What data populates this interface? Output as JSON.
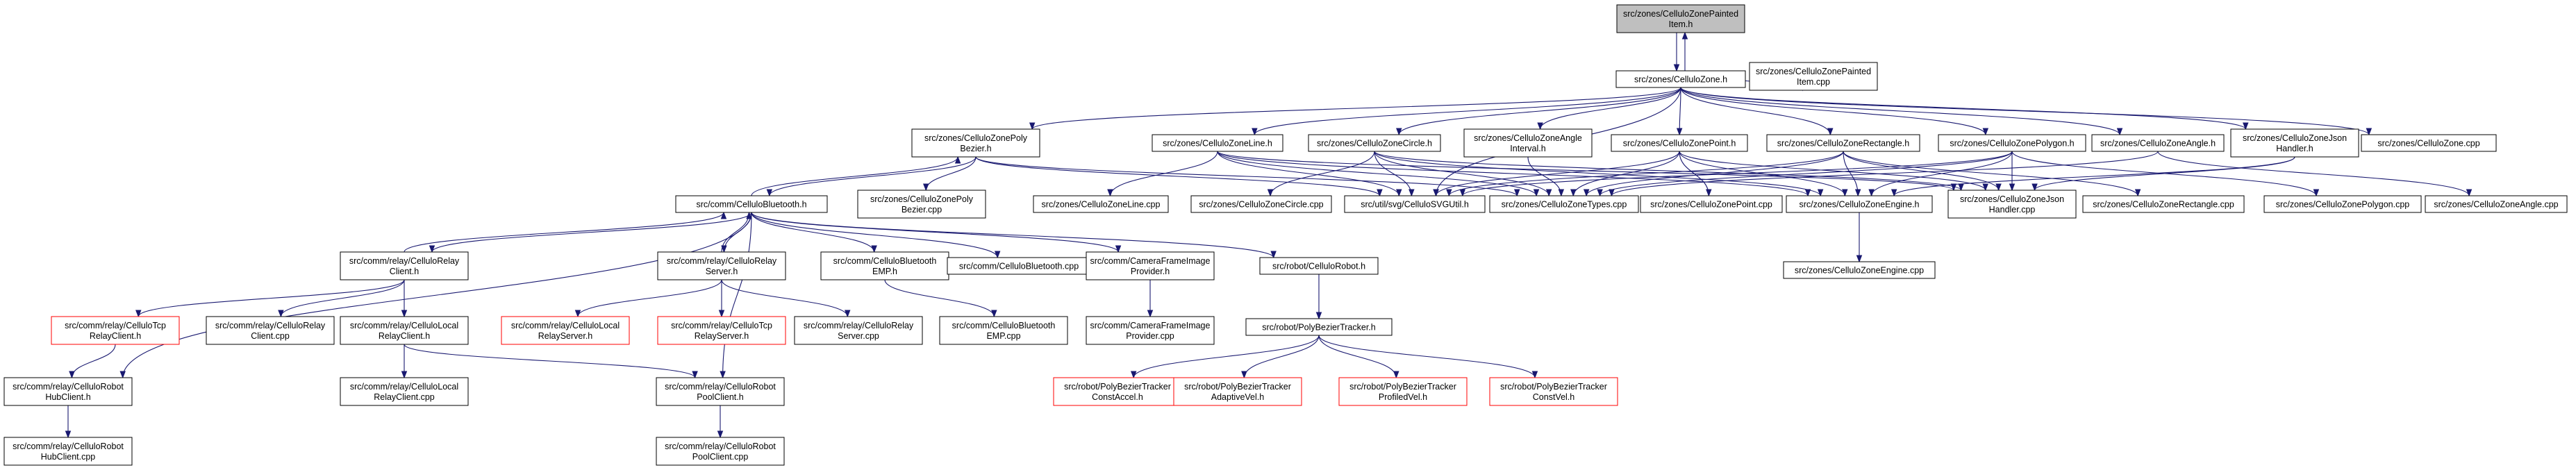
{
  "graph": {
    "edge_color": "#191970",
    "root_fill": "#bfbfbf",
    "missing_border_color": "#ff0000",
    "nodes": [
      {
        "id": "painted_h",
        "lines": [
          "src/zones/CelluloZonePainted",
          "Item.h"
        ],
        "root": true
      },
      {
        "id": "zone_h",
        "lines": [
          "src/zones/CelluloZone.h"
        ]
      },
      {
        "id": "painted_cpp",
        "lines": [
          "src/zones/CelluloZonePainted",
          "Item.cpp"
        ]
      },
      {
        "id": "polybezier_h",
        "lines": [
          "src/zones/CelluloZonePoly",
          "Bezier.h"
        ]
      },
      {
        "id": "line_h",
        "lines": [
          "src/zones/CelluloZoneLine.h"
        ]
      },
      {
        "id": "circle_h",
        "lines": [
          "src/zones/CelluloZoneCircle.h"
        ]
      },
      {
        "id": "angleinterval_h",
        "lines": [
          "src/zones/CelluloZoneAngle",
          "Interval.h"
        ]
      },
      {
        "id": "point_h",
        "lines": [
          "src/zones/CelluloZonePoint.h"
        ]
      },
      {
        "id": "rect_h",
        "lines": [
          "src/zones/CelluloZoneRectangle.h"
        ]
      },
      {
        "id": "polygon_h",
        "lines": [
          "src/zones/CelluloZonePolygon.h"
        ]
      },
      {
        "id": "angle_h",
        "lines": [
          "src/zones/CelluloZoneAngle.h"
        ]
      },
      {
        "id": "json_h",
        "lines": [
          "src/zones/CelluloZoneJson",
          "Handler.h"
        ]
      },
      {
        "id": "zone_cpp",
        "lines": [
          "src/zones/CelluloZone.cpp"
        ]
      },
      {
        "id": "bluetooth_h",
        "lines": [
          "src/comm/CelluloBluetooth.h"
        ]
      },
      {
        "id": "polybezier_cpp",
        "lines": [
          "src/zones/CelluloZonePoly",
          "Bezier.cpp"
        ]
      },
      {
        "id": "line_cpp",
        "lines": [
          "src/zones/CelluloZoneLine.cpp"
        ]
      },
      {
        "id": "circle_cpp",
        "lines": [
          "src/zones/CelluloZoneCircle.cpp"
        ]
      },
      {
        "id": "svgutil_h",
        "lines": [
          "src/util/svg/CelluloSVGUtil.h"
        ]
      },
      {
        "id": "types_cpp",
        "lines": [
          "src/zones/CelluloZoneTypes.cpp"
        ]
      },
      {
        "id": "point_cpp",
        "lines": [
          "src/zones/CelluloZonePoint.cpp"
        ]
      },
      {
        "id": "engine_h",
        "lines": [
          "src/zones/CelluloZoneEngine.h"
        ]
      },
      {
        "id": "json_cpp",
        "lines": [
          "src/zones/CelluloZoneJson",
          "Handler.cpp"
        ]
      },
      {
        "id": "rect_cpp",
        "lines": [
          "src/zones/CelluloZoneRectangle.cpp"
        ]
      },
      {
        "id": "polygon_cpp",
        "lines": [
          "src/zones/CelluloZonePolygon.cpp"
        ]
      },
      {
        "id": "angle_cpp",
        "lines": [
          "src/zones/CelluloZoneAngle.cpp"
        ]
      },
      {
        "id": "engine_cpp",
        "lines": [
          "src/zones/CelluloZoneEngine.cpp"
        ]
      },
      {
        "id": "relayclient_h",
        "lines": [
          "src/comm/relay/CelluloRelay",
          "Client.h"
        ]
      },
      {
        "id": "relayserver_h",
        "lines": [
          "src/comm/relay/CelluloRelay",
          "Server.h"
        ]
      },
      {
        "id": "btemp_h",
        "lines": [
          "src/comm/CelluloBluetooth",
          "EMP.h"
        ]
      },
      {
        "id": "bluetooth_cpp",
        "lines": [
          "src/comm/CelluloBluetooth.cpp"
        ]
      },
      {
        "id": "camera_h",
        "lines": [
          "src/comm/CameraFrameImage",
          "Provider.h"
        ]
      },
      {
        "id": "robot_h",
        "lines": [
          "src/robot/CelluloRobot.h"
        ]
      },
      {
        "id": "tcprelayclient_h",
        "lines": [
          "src/comm/relay/CelluloTcp",
          "RelayClient.h"
        ],
        "missing": true
      },
      {
        "id": "relayclient_cpp",
        "lines": [
          "src/comm/relay/CelluloRelay",
          "Client.cpp"
        ]
      },
      {
        "id": "localrelayclient_h",
        "lines": [
          "src/comm/relay/CelluloLocal",
          "RelayClient.h"
        ]
      },
      {
        "id": "localrelayserver_h",
        "lines": [
          "src/comm/relay/CelluloLocal",
          "RelayServer.h"
        ],
        "missing": true
      },
      {
        "id": "tcprelayserver_h",
        "lines": [
          "src/comm/relay/CelluloTcp",
          "RelayServer.h"
        ],
        "missing": true
      },
      {
        "id": "relayserver_cpp",
        "lines": [
          "src/comm/relay/CelluloRelay",
          "Server.cpp"
        ]
      },
      {
        "id": "btemp_cpp",
        "lines": [
          "src/comm/CelluloBluetooth",
          "EMP.cpp"
        ]
      },
      {
        "id": "camera_cpp",
        "lines": [
          "src/comm/CameraFrameImage",
          "Provider.cpp"
        ]
      },
      {
        "id": "polybeziertracker_h",
        "lines": [
          "src/robot/PolyBezierTracker.h"
        ]
      },
      {
        "id": "robothubclient_h",
        "lines": [
          "src/comm/relay/CelluloRobot",
          "HubClient.h"
        ]
      },
      {
        "id": "localrelayclient_cpp",
        "lines": [
          "src/comm/relay/CelluloLocal",
          "RelayClient.cpp"
        ]
      },
      {
        "id": "robotpoolclient_h",
        "lines": [
          "src/comm/relay/CelluloRobot",
          "PoolClient.h"
        ]
      },
      {
        "id": "constaccel_h",
        "lines": [
          "src/robot/PolyBezierTracker",
          "ConstAccel.h"
        ],
        "missing": true
      },
      {
        "id": "adaptivevel_h",
        "lines": [
          "src/robot/PolyBezierTracker",
          "AdaptiveVel.h"
        ],
        "missing": true
      },
      {
        "id": "profiledvel_h",
        "lines": [
          "src/robot/PolyBezierTracker",
          "ProfiledVel.h"
        ],
        "missing": true
      },
      {
        "id": "constvel_h",
        "lines": [
          "src/robot/PolyBezierTracker",
          "ConstVel.h"
        ],
        "missing": true
      },
      {
        "id": "robothubclient_cpp",
        "lines": [
          "src/comm/relay/CelluloRobot",
          "HubClient.cpp"
        ]
      },
      {
        "id": "robotpoolclient_cpp",
        "lines": [
          "src/comm/relay/CelluloRobot",
          "PoolClient.cpp"
        ]
      }
    ],
    "edges": [
      [
        "painted_h",
        "zone_h"
      ],
      [
        "zone_h",
        "painted_h"
      ],
      [
        "zone_h",
        "painted_cpp"
      ],
      [
        "zone_h",
        "polybezier_h"
      ],
      [
        "zone_h",
        "line_h"
      ],
      [
        "zone_h",
        "circle_h"
      ],
      [
        "zone_h",
        "angleinterval_h"
      ],
      [
        "zone_h",
        "point_h"
      ],
      [
        "zone_h",
        "rect_h"
      ],
      [
        "zone_h",
        "polygon_h"
      ],
      [
        "zone_h",
        "angle_h"
      ],
      [
        "zone_h",
        "json_h"
      ],
      [
        "zone_h",
        "zone_cpp"
      ],
      [
        "zone_h",
        "svgutil_h"
      ],
      [
        "polybezier_h",
        "bluetooth_h"
      ],
      [
        "polybezier_h",
        "polybezier_cpp"
      ],
      [
        "polybezier_h",
        "svgutil_h"
      ],
      [
        "polybezier_h",
        "types_cpp"
      ],
      [
        "line_h",
        "line_cpp"
      ],
      [
        "line_h",
        "svgutil_h"
      ],
      [
        "line_h",
        "types_cpp"
      ],
      [
        "line_h",
        "engine_h"
      ],
      [
        "line_h",
        "json_cpp"
      ],
      [
        "circle_h",
        "circle_cpp"
      ],
      [
        "circle_h",
        "svgutil_h"
      ],
      [
        "circle_h",
        "types_cpp"
      ],
      [
        "circle_h",
        "engine_h"
      ],
      [
        "circle_h",
        "json_cpp"
      ],
      [
        "angleinterval_h",
        "types_cpp"
      ],
      [
        "point_h",
        "point_cpp"
      ],
      [
        "point_h",
        "svgutil_h"
      ],
      [
        "point_h",
        "types_cpp"
      ],
      [
        "point_h",
        "engine_h"
      ],
      [
        "point_h",
        "json_cpp"
      ],
      [
        "rect_h",
        "rect_cpp"
      ],
      [
        "rect_h",
        "svgutil_h"
      ],
      [
        "rect_h",
        "types_cpp"
      ],
      [
        "rect_h",
        "engine_h"
      ],
      [
        "rect_h",
        "json_cpp"
      ],
      [
        "polygon_h",
        "polygon_cpp"
      ],
      [
        "polygon_h",
        "svgutil_h"
      ],
      [
        "polygon_h",
        "types_cpp"
      ],
      [
        "polygon_h",
        "engine_h"
      ],
      [
        "polygon_h",
        "json_cpp"
      ],
      [
        "angle_h",
        "angle_cpp"
      ],
      [
        "angle_h",
        "types_cpp"
      ],
      [
        "json_h",
        "engine_h"
      ],
      [
        "json_h",
        "json_cpp"
      ],
      [
        "engine_h",
        "engine_cpp"
      ],
      [
        "bluetooth_h",
        "polybezier_h"
      ],
      [
        "bluetooth_h",
        "relayclient_h"
      ],
      [
        "bluetooth_h",
        "relayserver_h"
      ],
      [
        "bluetooth_h",
        "btemp_h"
      ],
      [
        "bluetooth_h",
        "bluetooth_cpp"
      ],
      [
        "bluetooth_h",
        "camera_h"
      ],
      [
        "bluetooth_h",
        "robot_h"
      ],
      [
        "bluetooth_h",
        "robothubclient_h"
      ],
      [
        "bluetooth_h",
        "robotpoolclient_h"
      ],
      [
        "relayclient_h",
        "bluetooth_h"
      ],
      [
        "relayclient_h",
        "tcprelayclient_h"
      ],
      [
        "relayclient_h",
        "relayclient_cpp"
      ],
      [
        "relayclient_h",
        "localrelayclient_h"
      ],
      [
        "relayserver_h",
        "bluetooth_h"
      ],
      [
        "relayserver_h",
        "localrelayserver_h"
      ],
      [
        "relayserver_h",
        "tcprelayserver_h"
      ],
      [
        "relayserver_h",
        "relayserver_cpp"
      ],
      [
        "btemp_h",
        "btemp_cpp"
      ],
      [
        "camera_h",
        "camera_cpp"
      ],
      [
        "robot_h",
        "polybeziertracker_h"
      ],
      [
        "tcprelayclient_h",
        "robothubclient_h"
      ],
      [
        "localrelayclient_h",
        "localrelayclient_cpp"
      ],
      [
        "localrelayclient_h",
        "robotpoolclient_h"
      ],
      [
        "polybeziertracker_h",
        "constaccel_h"
      ],
      [
        "polybeziertracker_h",
        "adaptivevel_h"
      ],
      [
        "polybeziertracker_h",
        "profiledvel_h"
      ],
      [
        "polybeziertracker_h",
        "constvel_h"
      ],
      [
        "robothubclient_h",
        "robothubclient_cpp"
      ],
      [
        "robotpoolclient_h",
        "robotpoolclient_cpp"
      ]
    ]
  }
}
